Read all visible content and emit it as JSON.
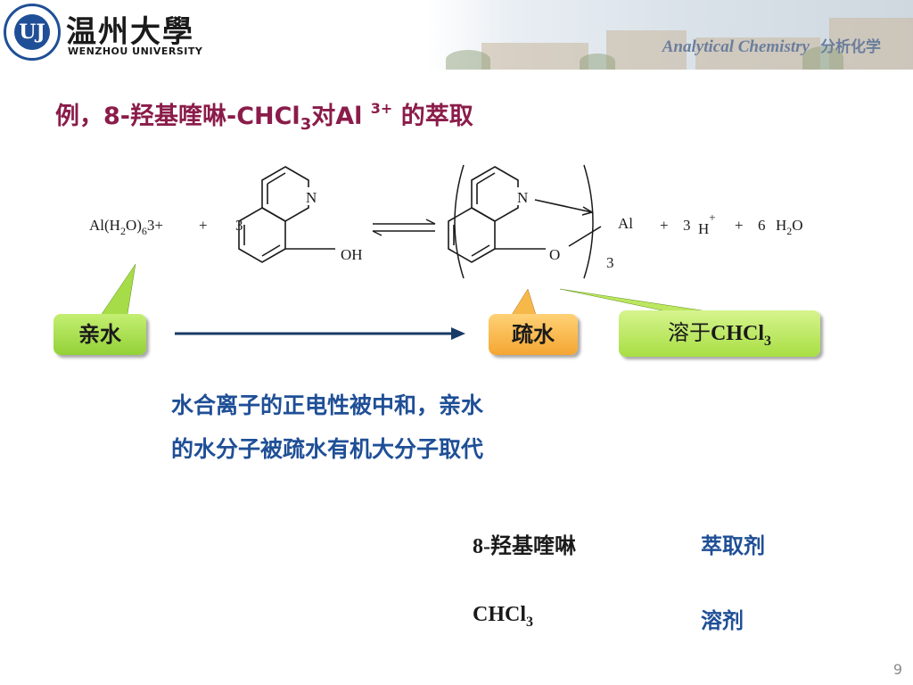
{
  "header": {
    "logo_letters": "UJ",
    "university_cn": "温州大學",
    "university_en": "WENZHOU UNIVERSITY",
    "course_en": "Analytical Chemistry",
    "course_cn": "分析化学"
  },
  "title": {
    "prefix": "例，8-羟基喹啉-CHCl",
    "sub": "3",
    "mid": "对Al ",
    "sup": "3+",
    "suffix": " 的萃取"
  },
  "equation": {
    "reactant1": "Al(H",
    "reactant1_sub1": "2",
    "reactant1_mid": "O)",
    "reactant1_sub2": "6",
    "reactant1_charge": "3+",
    "plus1": "+",
    "coef1": "3",
    "n_label": "N",
    "oh_label": "OH",
    "complex_n": "N",
    "complex_o": "O",
    "complex_metal": "Al",
    "complex_count": "3",
    "plus2": "+",
    "coef2": "3",
    "h_ion": "H",
    "h_charge": "+",
    "plus3": "+",
    "coef3": "6",
    "water": "H",
    "water_sub": "2",
    "water_o": "O"
  },
  "callouts": {
    "hydrophilic": "亲水",
    "hydrophobic": "疏水",
    "dissolve_prefix": "溶于",
    "dissolve_formula": "CHCl",
    "dissolve_sub": "3"
  },
  "description": "水合离子的正电性被中和，亲水的水分子被疏水有机大分子取代",
  "table": {
    "row1_key": "8-羟基喹啉",
    "row1_value": "萃取剂",
    "row2_key": "CHCl",
    "row2_key_sub": "3",
    "row2_value": "溶剂"
  },
  "page_number": "9",
  "colors": {
    "title": "#8a1c4a",
    "description": "#1f4f96",
    "arrow": "#173a66",
    "green_callout": "#93d137",
    "orange_callout": "#f4a632"
  }
}
